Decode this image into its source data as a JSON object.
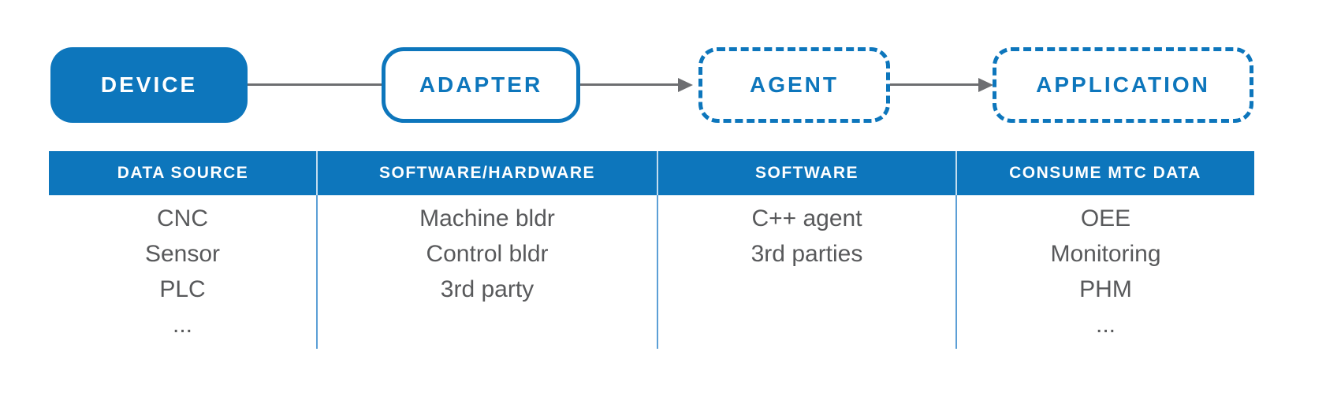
{
  "flow": {
    "nodes": [
      {
        "label": "DEVICE",
        "style": "solid-fill"
      },
      {
        "label": "ADAPTER",
        "style": "solid-outline"
      },
      {
        "label": "AGENT",
        "style": "dashed-outline"
      },
      {
        "label": "APPLICATION",
        "style": "dashed-outline"
      }
    ],
    "connectors": [
      {
        "from": "DEVICE",
        "to": "ADAPTER",
        "arrowhead": false
      },
      {
        "from": "ADAPTER",
        "to": "AGENT",
        "arrowhead": true
      },
      {
        "from": "AGENT",
        "to": "APPLICATION",
        "arrowhead": true
      }
    ]
  },
  "table": {
    "columns": [
      {
        "header": "DATA SOURCE",
        "items": [
          "CNC",
          "Sensor",
          "PLC",
          "..."
        ]
      },
      {
        "header": "SOFTWARE/HARDWARE",
        "items": [
          "Machine bldr",
          "Control bldr",
          "3rd party"
        ]
      },
      {
        "header": "SOFTWARE",
        "items": [
          "C++ agent",
          "3rd parties"
        ]
      },
      {
        "header": "CONSUME MTC DATA",
        "items": [
          "OEE",
          "Monitoring",
          "PHM",
          "..."
        ]
      }
    ]
  },
  "colors": {
    "brand_blue": "#0D76BC",
    "divider_blue": "#5C9FD6",
    "body_text_gray": "#58595B",
    "connector_gray": "#6D6E71"
  }
}
